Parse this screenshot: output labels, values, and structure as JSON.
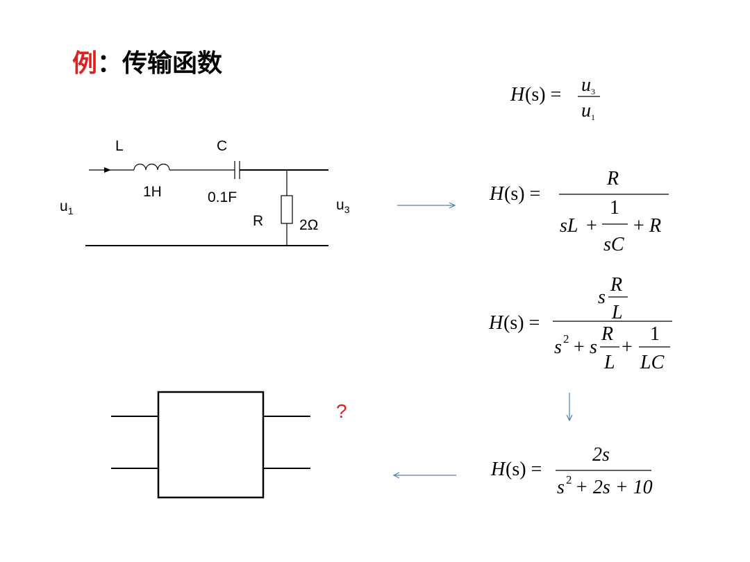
{
  "slide": {
    "title_prefix": "例",
    "title_suffix": "：传输函数",
    "accent_color": "#e02020",
    "arrow_color": "#4a7ebb"
  },
  "circuit": {
    "inductor_label": "L",
    "inductor_value": "1H",
    "capacitor_label": "C",
    "capacitor_value": "0.1F",
    "resistor_label": "R",
    "resistor_value": "2Ω",
    "input_label": "u",
    "input_sub": "1",
    "output_label": "u",
    "output_sub": "3"
  },
  "block": {
    "question_mark": "?"
  },
  "formulas": {
    "H": "H",
    "s_arg": "(s) =",
    "u": "u",
    "sub3": "3",
    "sub1": "1",
    "R": "R",
    "one": "1",
    "sL": "sL",
    "plus": "+",
    "sC": "sC",
    "s": "s",
    "L": "L",
    "sq": "2",
    "LC": "LC",
    "num_2s": "2s",
    "den_tail": "+ 2s + 10"
  }
}
